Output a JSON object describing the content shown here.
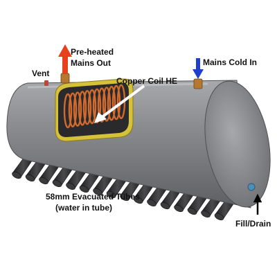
{
  "labels": {
    "vent": "Vent",
    "preheated_line1": "Pre-heated",
    "preheated_line2": "Mains Out",
    "mains_cold_in": "Mains Cold In",
    "copper_coil": "Copper Coil HE",
    "tubes_line1": "58mm Evacuated Tubes",
    "tubes_line2": "(water in tube)",
    "fill_drain": "Fill/Drain"
  },
  "colors": {
    "hot_arrow": "#e8401c",
    "cold_arrow": "#1f3fcf",
    "tank_body": "#8a8b8e",
    "copper": "#d06a2e",
    "insulation": "#d6c23a",
    "tube": "#2b2b2d"
  }
}
